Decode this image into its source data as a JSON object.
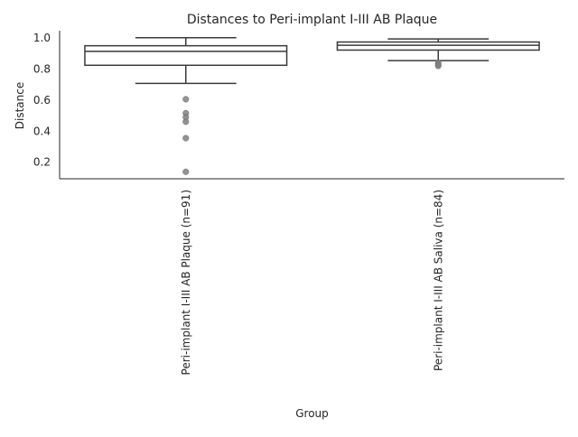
{
  "chart_data": {
    "type": "box",
    "title": "Distances to Peri-implant I-III AB Plaque",
    "xlabel": "Group",
    "ylabel": "Distance",
    "ylim": [
      0.09,
      1.045
    ],
    "yticks": [
      0.2,
      0.4,
      0.6,
      0.8,
      1.0
    ],
    "ytick_labels": [
      "0.2",
      "0.4",
      "0.6",
      "0.8",
      "1.0"
    ],
    "grid": false,
    "colors": {
      "box_line": "#3a3a3a",
      "flier": "#808080",
      "axis": "#262626",
      "text": "#262626"
    },
    "categories": [
      "Peri-implant I-III AB Plaque (n=91)",
      "Peri-implant I-III AB Saliva (n=84)"
    ],
    "boxes": [
      {
        "category": "Peri-implant I-III AB Plaque (n=91)",
        "whisker_low": 0.705,
        "q1": 0.822,
        "median": 0.912,
        "q3": 0.948,
        "whisker_high": 1.0,
        "outliers": [
          0.603,
          0.513,
          0.487,
          0.458,
          0.352,
          0.135
        ]
      },
      {
        "category": "Peri-implant I-III AB Saliva (n=84)",
        "whisker_low": 0.852,
        "q1": 0.92,
        "median": 0.951,
        "q3": 0.972,
        "whisker_high": 0.992,
        "outliers": [
          0.838,
          0.825,
          0.818
        ]
      }
    ]
  }
}
